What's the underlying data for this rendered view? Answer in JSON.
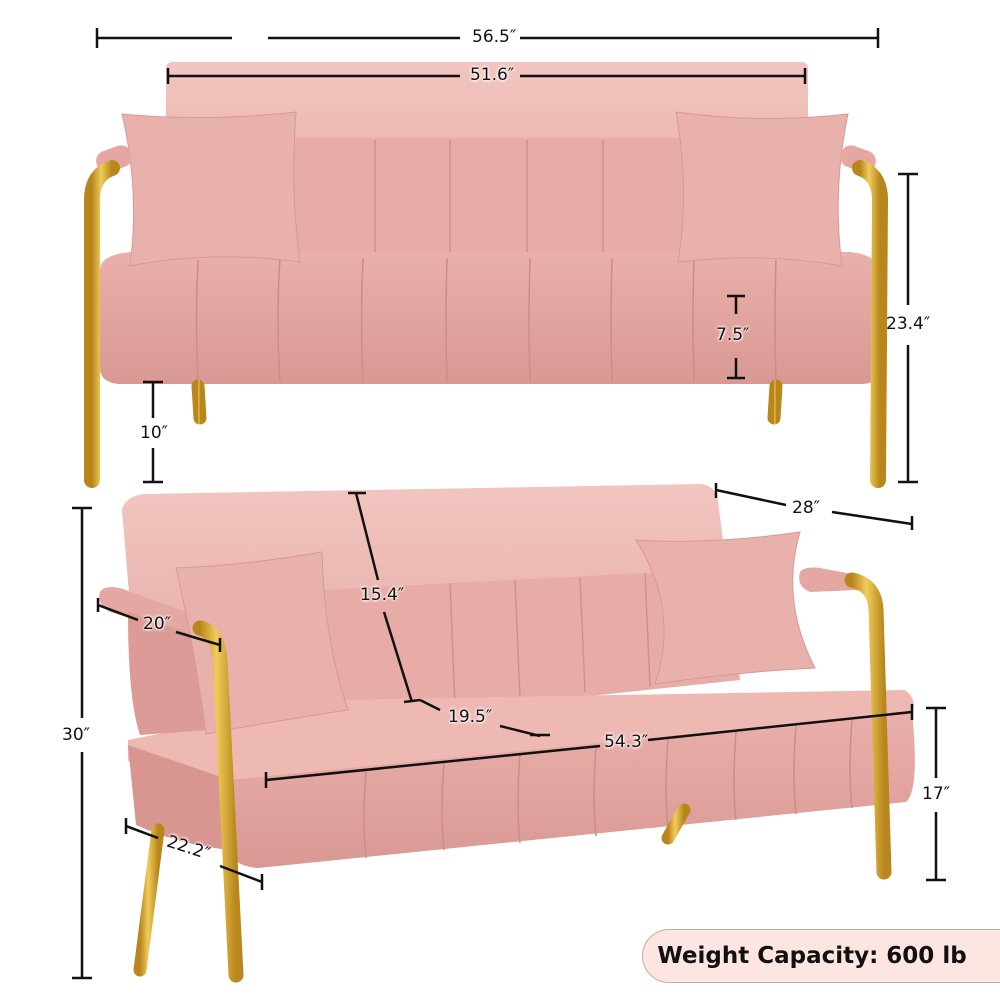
{
  "product": {
    "colors": {
      "fabric": "#e5a7a2",
      "fabric_shadow": "#cf8e8a",
      "fabric_light": "#f0bdb8",
      "frame_gold": "#d4a62c",
      "dimension_line": "#111111",
      "badge_bg": "#fde6e1"
    }
  },
  "front_view": {
    "overall_width": "56.5″",
    "seat_width": "51.6″",
    "seat_cushion_thickness": "7.5″",
    "arm_height": "23.4″",
    "leg_height": "10″"
  },
  "angled_view": {
    "depth": "28″",
    "backrest_height": "15.4″",
    "arm_length": "20″",
    "seat_depth": "19.5″",
    "seat_length": "54.3″",
    "seat_height": "17″",
    "overall_height": "30″",
    "leg_span": "22.2″"
  },
  "badge": {
    "text": "Weight Capacity: 600 lb"
  }
}
